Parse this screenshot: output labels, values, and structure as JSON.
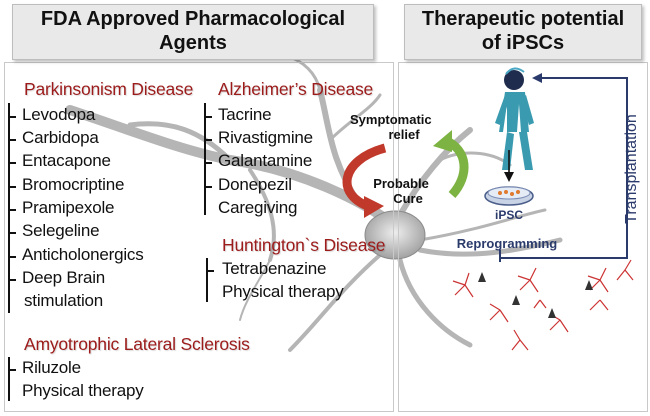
{
  "headers": {
    "left": "FDA  Approved Pharmacological Agents",
    "left_line1": "FDA  Approved Pharmacological",
    "left_line2": "Agents",
    "right_line1": "Therapeutic potential",
    "right_line2": "of iPSCs"
  },
  "diseases": {
    "parkinsonism": {
      "title": "Parkinsonism Disease",
      "items": [
        "Levodopa",
        "Carbidopa",
        "Entacapone",
        "Bromocriptine",
        "Pramipexole",
        "Selegeline",
        "Anticholonergics",
        "Deep Brain",
        "stimulation"
      ]
    },
    "alzheimers": {
      "title": "Alzheimer’s Disease",
      "items": [
        "Tacrine",
        "Rivastigmine",
        "Galantamine",
        "Donepezil",
        "Caregiving"
      ]
    },
    "huntingtons": {
      "title": "Huntington`s Disease",
      "items": [
        "Tetrabenazine",
        "Physical therapy"
      ]
    },
    "als": {
      "title": "Amyotrophic Lateral Sclerosis",
      "items": [
        "Riluzole",
        "Physical therapy"
      ]
    }
  },
  "cycle": {
    "symptomatic_line1": "Symptomatic",
    "symptomatic_line2": "relief",
    "probable_line1": "Probable",
    "probable_line2": "Cure"
  },
  "ipsc": {
    "dish_label": "iPSC",
    "reprogramming": "Reprogramming",
    "transplantation": "Transplantation"
  },
  "colors": {
    "disease_title": "#9c1b1b",
    "header_bg": "#e9e9e9",
    "arrow_red": "#c0392b",
    "arrow_green": "#7cb342",
    "figure_teal": "#3a9bb0",
    "dark_blue": "#2a3a6b"
  }
}
